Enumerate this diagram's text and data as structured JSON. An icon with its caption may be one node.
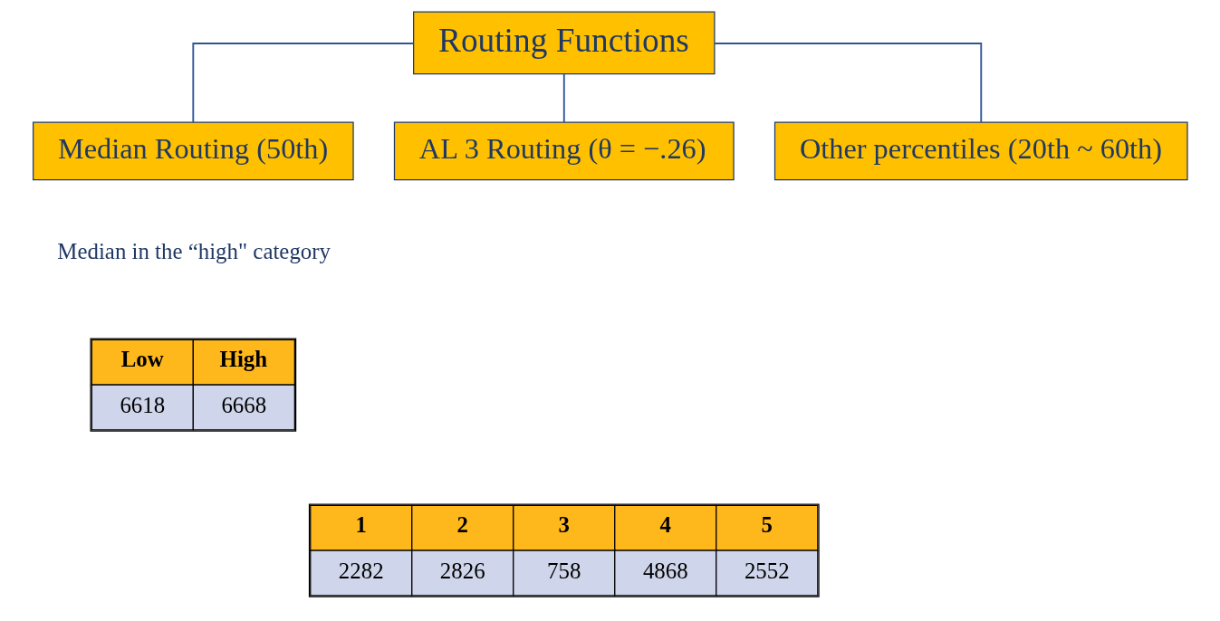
{
  "diagram": {
    "nodes": [
      {
        "text": [
          "Routing Functions"
        ]
      },
      {
        "text": [
          "Median Routing (50th)"
        ],
        "beside": [
          "Median in the “high\" category"
        ]
      },
      {
        "text": [
          "AL 3 Routing (θ = −.26)"
        ]
      },
      {
        "text": [
          "Other percentiles (20th ~ 60th)"
        ]
      }
    ],
    "edges": [
      {
        "from": 0,
        "to": 1,
        "arrow": "none"
      },
      {
        "from": 0,
        "to": 2,
        "arrow": "none"
      },
      {
        "from": 0,
        "to": 3,
        "arrow": "none"
      }
    ],
    "labels": [
      "Low",
      "High",
      "6618",
      "6668",
      "1",
      "2",
      "3",
      "4",
      "5",
      "2282",
      "2826",
      "758",
      "4868",
      "2552"
    ]
  }
}
